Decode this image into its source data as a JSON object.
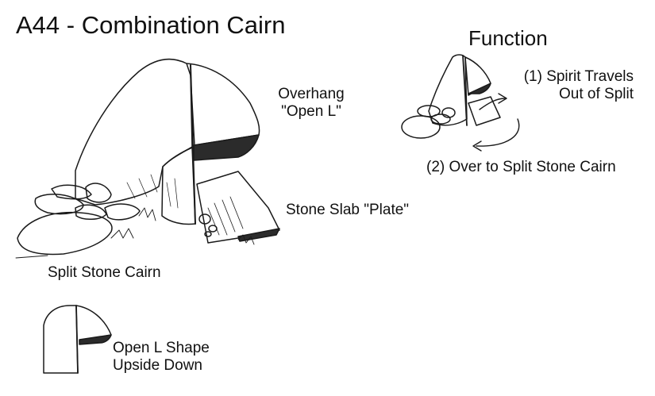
{
  "title": "A44 - Combination Cairn",
  "function_heading": "Function",
  "labels": {
    "overhang_line1": "Overhang",
    "overhang_line2": "\"Open L\"",
    "stone_slab": "Stone Slab \"Plate\"",
    "split_stone_cairn": "Split Stone Cairn",
    "open_l_line1": "Open L Shape",
    "open_l_line2": "Upside Down",
    "step1_line1": "(1) Spirit Travels",
    "step1_line2": "Out of Split",
    "step2": "(2) Over to Split Stone Cairn"
  },
  "colors": {
    "ink": "#1a1a1a",
    "shade": "#2b2b2b"
  }
}
